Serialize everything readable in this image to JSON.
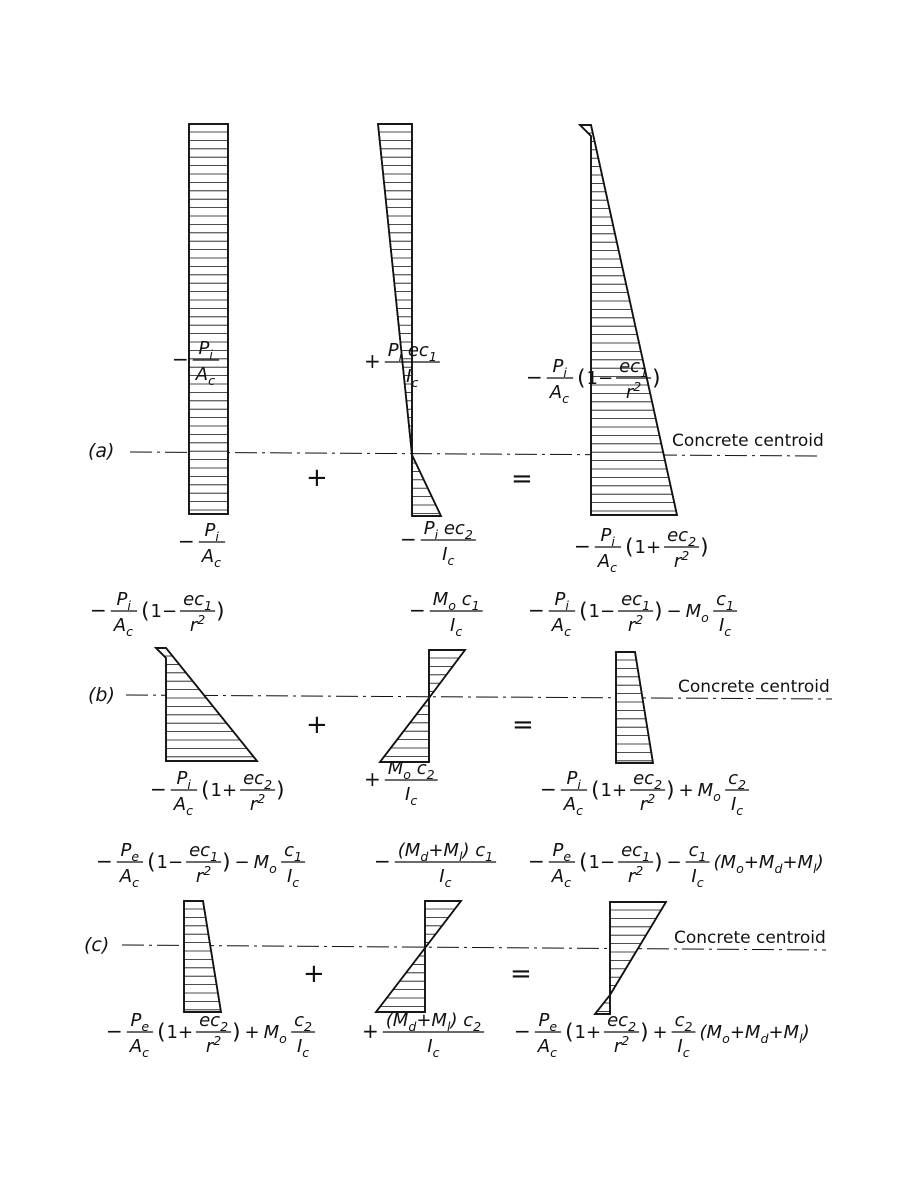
{
  "centroid_label": "Concrete centroid",
  "rows": [
    {
      "label": "(a)",
      "op_plus": "+",
      "op_equals": "=",
      "d1": {
        "top": {
          "sign": "−",
          "num": "P_i",
          "den": "A_c",
          "tail": ""
        },
        "bottom": {
          "sign": "−",
          "num": "P_i",
          "den": "A_c",
          "tail": ""
        }
      },
      "d2": {
        "top": {
          "sign": "+",
          "num": "P_i ec_1",
          "den": "I_c",
          "tail": ""
        },
        "bottom": {
          "sign": "−",
          "num": "P_i ec_2",
          "den": "I_c",
          "tail": ""
        }
      },
      "d3": {
        "top": {
          "sign": "−",
          "num": "P_i",
          "den": "A_c",
          "tail": "(1− ec_1/r^2)"
        },
        "bottom": {
          "sign": "−",
          "num": "P_i",
          "den": "A_c",
          "tail": "(1+ ec_2/r^2)"
        }
      }
    },
    {
      "label": "(b)",
      "op_plus": "+",
      "op_equals": "=",
      "d1": {
        "top": {
          "sign": "−",
          "num": "P_i",
          "den": "A_c",
          "tail": "(1− ec_1/r^2)"
        },
        "bottom": {
          "sign": "−",
          "num": "P_i",
          "den": "A_c",
          "tail": "(1+ ec_2/r^2)"
        }
      },
      "d2": {
        "top": {
          "sign": "−",
          "num": "M_o c_1",
          "den": "I_c",
          "tail": ""
        },
        "bottom": {
          "sign": "+",
          "num": "M_o c_2",
          "den": "I_c",
          "tail": ""
        }
      },
      "d3": {
        "top": {
          "sign": "−",
          "num": "P_i",
          "den": "A_c",
          "tail": "(1− ec_1/r^2) − M_o c_1/I_c"
        },
        "bottom": {
          "sign": "−",
          "num": "P_i",
          "den": "A_c",
          "tail": "(1+ ec_2/r^2) + M_o c_2/I_c"
        }
      }
    },
    {
      "label": "(c)",
      "op_plus": "+",
      "op_equals": "=",
      "d1": {
        "top": {
          "sign": "−",
          "num": "P_e",
          "den": "A_c",
          "tail": "(1− ec_1/r^2) − M_o c_1/I_c"
        },
        "bottom": {
          "sign": "−",
          "num": "P_e",
          "den": "A_c",
          "tail": "(1+ ec_2/r^2) + M_o c_2/I_c"
        }
      },
      "d2": {
        "top": {
          "sign": "−",
          "num": "(M_d+M_l) c_1",
          "den": "I_c",
          "tail": ""
        },
        "bottom": {
          "sign": "+",
          "num": "(M_d+M_l) c_2",
          "den": "I_c",
          "tail": ""
        }
      },
      "d3": {
        "top": {
          "sign": "−",
          "num": "P_e",
          "den": "A_c",
          "tail": "(1− ec_1/r^2) − c_1/I_c (M_o+M_d+M_l)"
        },
        "bottom": {
          "sign": "−",
          "num": "P_e",
          "den": "A_c",
          "tail": "(1+ ec_2/r^2) + c_2/I_c (M_o+M_d+M_l)"
        }
      }
    }
  ]
}
